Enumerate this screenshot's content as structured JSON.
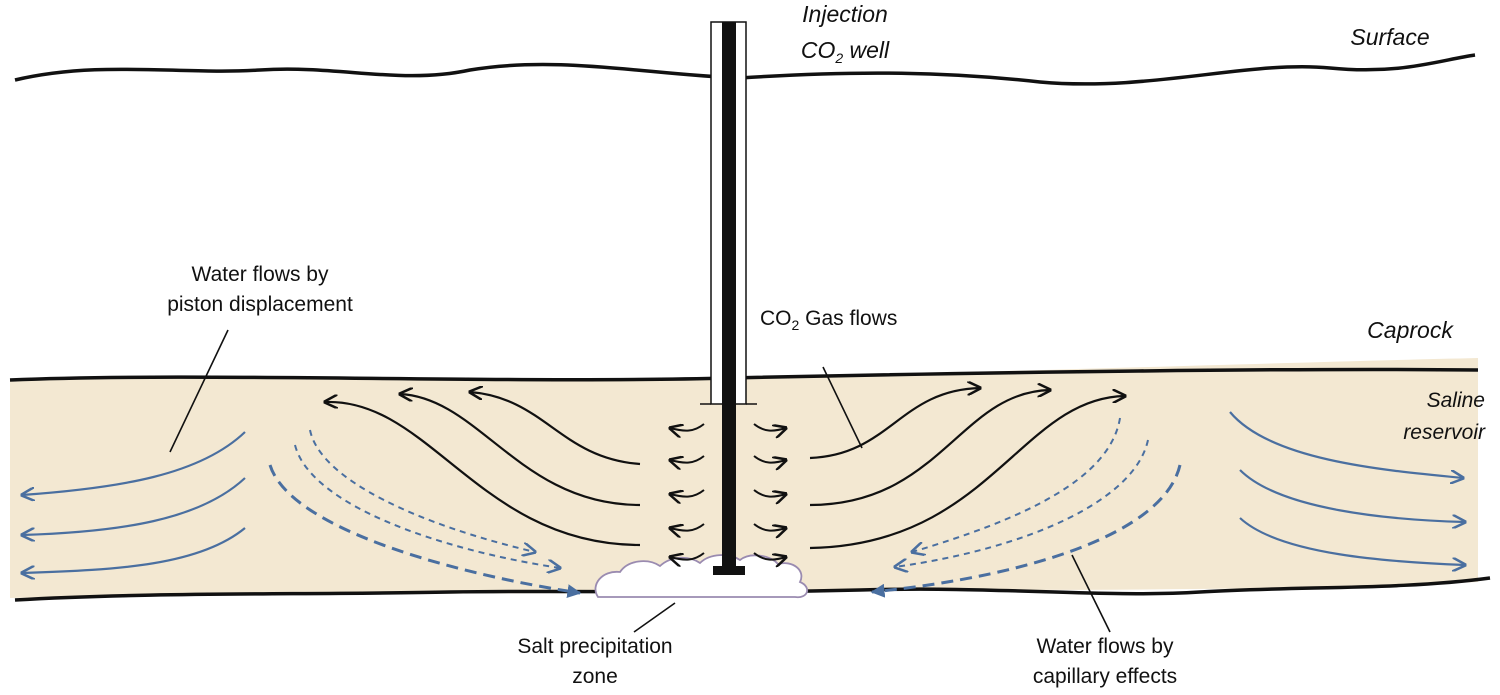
{
  "labels": {
    "injection": "Injection",
    "co2_well_prefix": "CO",
    "co2_well_sub": "2",
    "co2_well_suffix": " well",
    "surface": "Surface",
    "caprock": "Caprock",
    "saline_line1": "Saline",
    "saline_line2": "reservoir",
    "piston_line1": "Water flows by",
    "piston_line2": "piston displacement",
    "gas_prefix": "CO",
    "gas_sub": "2",
    "gas_suffix": " Gas flows",
    "salt_line1": "Salt precipitation",
    "salt_line2": "zone",
    "capillary_line1": "Water flows by",
    "capillary_line2": "capillary effects"
  },
  "colors": {
    "reservoir_fill": "#f3e8d2",
    "water_arrow": "#4a6fa0",
    "gas_arrow": "#111111",
    "boundary": "#111111",
    "salt_outline": "#9a8bb0"
  }
}
